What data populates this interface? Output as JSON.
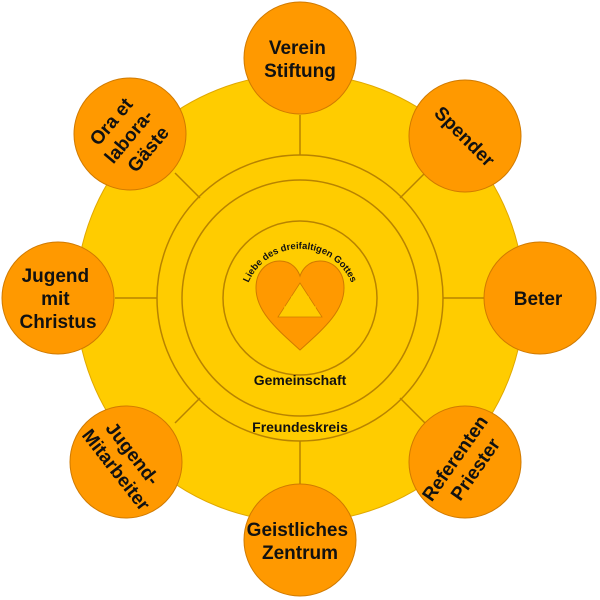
{
  "colors": {
    "disc": "#FFCC00",
    "satellite": "#FF9900",
    "heart": "#FF9900",
    "triangle": "#FFCC00",
    "line": "#B88300"
  },
  "center": {
    "heart_icon": "heart-icon",
    "triangle_icon": "triangle-icon",
    "curved_text": "Liebe des dreifaltigen Gottes"
  },
  "rings": {
    "inner_label": "Gemeinschaft",
    "outer_label": "Freundeskreis"
  },
  "satellites": [
    {
      "lines": [
        "Verein",
        "Stiftung"
      ]
    },
    {
      "lines": [
        "Spender"
      ]
    },
    {
      "lines": [
        "Beter"
      ]
    },
    {
      "lines": [
        "Referenten",
        "Priester"
      ]
    },
    {
      "lines": [
        "Geistliches",
        "Zentrum"
      ]
    },
    {
      "lines": [
        "Jugend-",
        "Mitarbeiter"
      ]
    },
    {
      "lines": [
        "Jugend",
        "mit",
        "Christus"
      ]
    },
    {
      "lines": [
        "Ora et",
        "labora-",
        "Gäste"
      ]
    }
  ]
}
